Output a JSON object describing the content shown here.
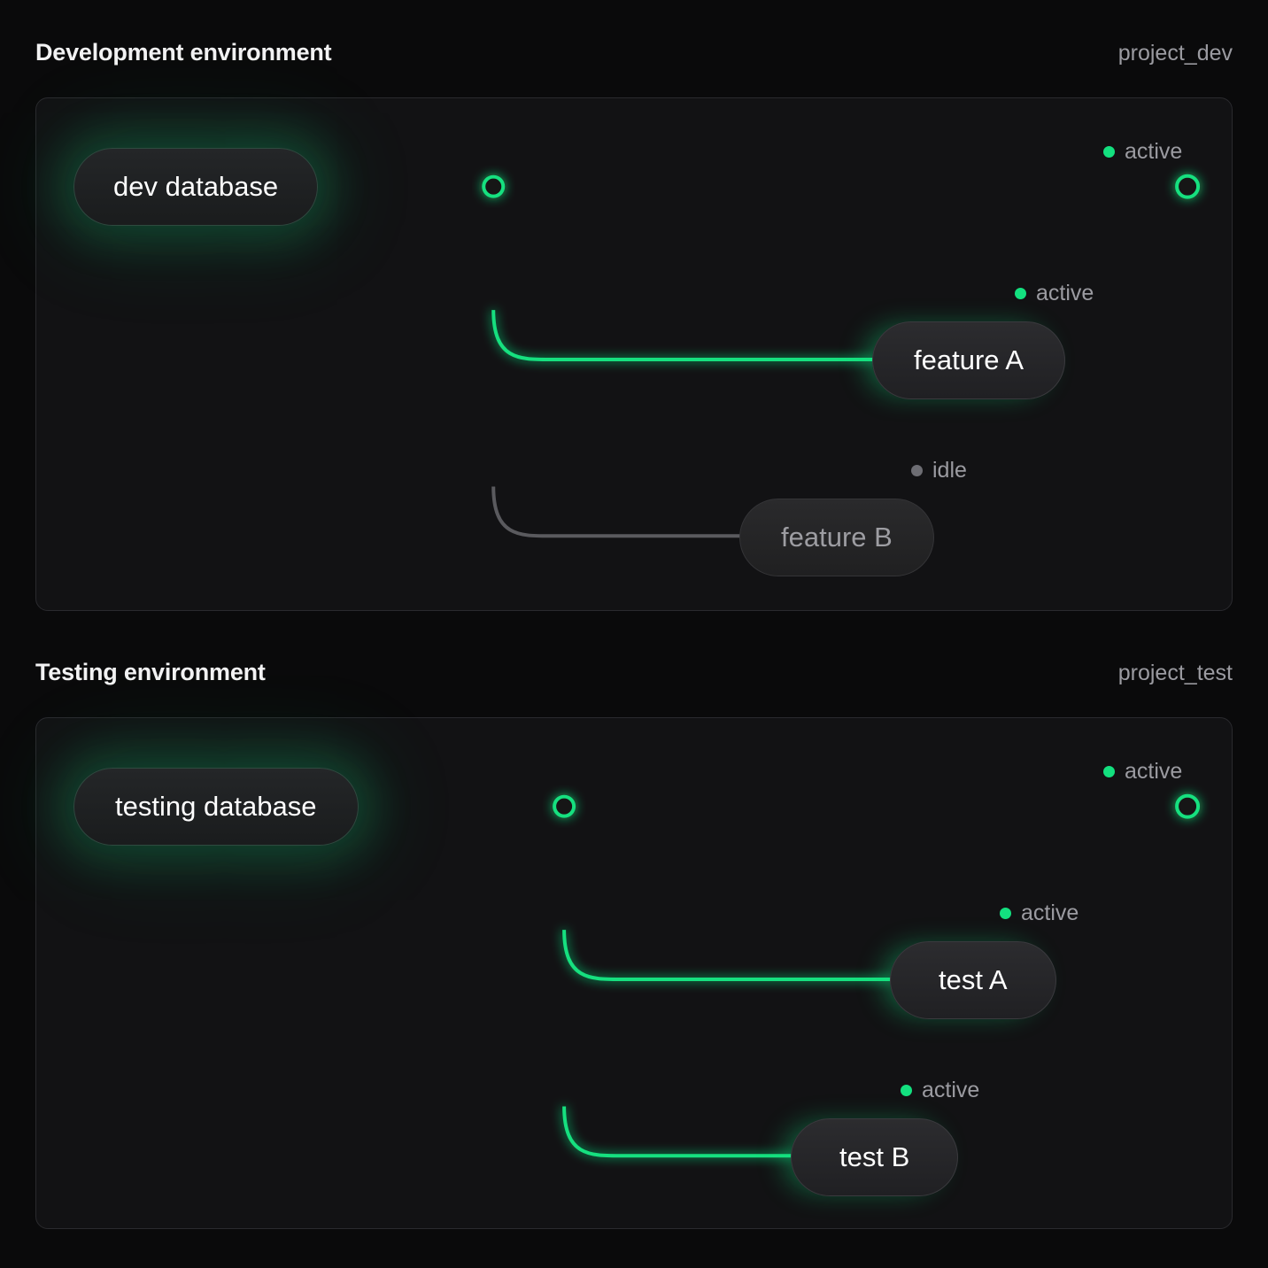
{
  "colors": {
    "background": "#0a0a0b",
    "panel_bg": "#121214",
    "panel_border": "#2a2a2e",
    "active_green": "#13e07f",
    "idle_gray": "#5a5a5e",
    "text_primary": "#ffffff",
    "text_muted": "#9b9ba1"
  },
  "sections": [
    {
      "title": "Development environment",
      "project": "project_dev",
      "database": {
        "label": "dev database",
        "state": "active"
      },
      "trunk_status": {
        "label": "active",
        "state": "active"
      },
      "nodes": [
        {
          "label": "feature A",
          "status": "active",
          "state": "active"
        },
        {
          "label": "feature B",
          "status": "idle",
          "state": "idle"
        }
      ]
    },
    {
      "title": "Testing environment",
      "project": "project_test",
      "database": {
        "label": "testing database",
        "state": "active"
      },
      "trunk_status": {
        "label": "active",
        "state": "active"
      },
      "nodes": [
        {
          "label": "test A",
          "status": "active",
          "state": "active"
        },
        {
          "label": "test B",
          "status": "active",
          "state": "active"
        }
      ]
    }
  ]
}
